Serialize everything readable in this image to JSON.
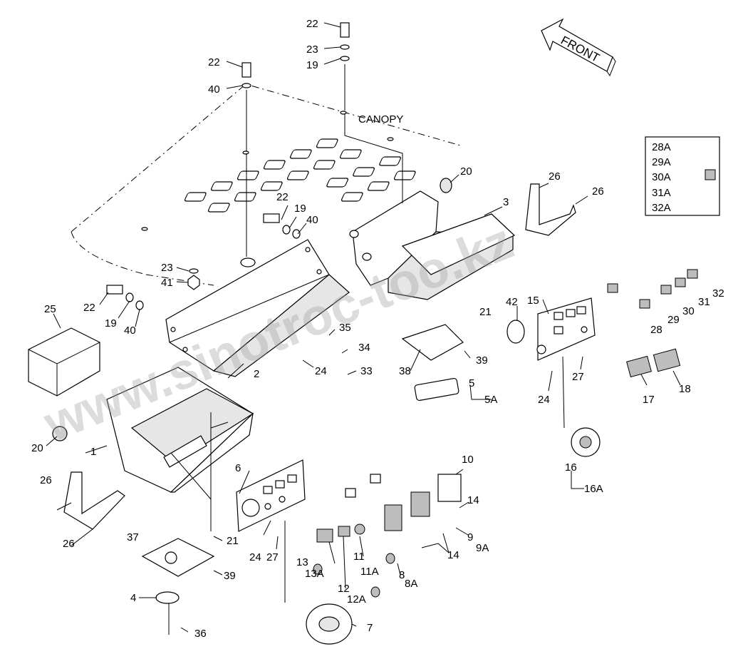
{
  "diagram": {
    "labels": {
      "front": "FRONT",
      "canopy": "CANOPY",
      "watermark": "www.sinotroc-too.kz"
    },
    "variant_box": [
      "28A",
      "29A",
      "30A",
      "31A",
      "32A"
    ],
    "callouts": {
      "c1": "1",
      "c2": "2",
      "c3": "3",
      "c4": "4",
      "c5": "5",
      "c5A": "5A",
      "c6": "6",
      "c7": "7",
      "c8": "8",
      "c8A": "8A",
      "c9": "9",
      "c9A": "9A",
      "c10": "10",
      "c11": "11",
      "c11A": "11A",
      "c12": "12",
      "c12A": "12A",
      "c13": "13",
      "c13A": "13A",
      "c14a": "14",
      "c14b": "14",
      "c15": "15",
      "c16": "16",
      "c16A": "16A",
      "c17": "17",
      "c18": "18",
      "c19a": "19",
      "c19b": "19",
      "c19c": "19",
      "c20a": "20",
      "c20b": "20",
      "c21a": "21",
      "c21b": "21",
      "c22a": "22",
      "c22b": "22",
      "c22c": "22",
      "c22d": "22",
      "c23a": "23",
      "c23b": "23",
      "c24a": "24",
      "c24b": "24",
      "c24c": "24",
      "c25": "25",
      "c26a": "26",
      "c26b": "26",
      "c26c": "26",
      "c26d": "26",
      "c27a": "27",
      "c27b": "27",
      "c28": "28",
      "c29": "29",
      "c30": "30",
      "c31": "31",
      "c32": "32",
      "c33": "33",
      "c34": "34",
      "c35": "35",
      "c36": "36",
      "c37": "37",
      "c38": "38",
      "c39a": "39",
      "c39b": "39",
      "c40a": "40",
      "c40b": "40",
      "c40c": "40",
      "c41": "41",
      "c42": "42"
    }
  }
}
